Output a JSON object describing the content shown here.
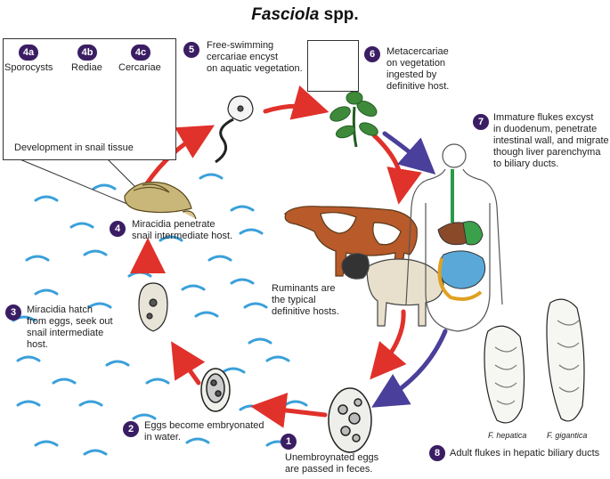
{
  "title": {
    "genus": "Fasciola",
    "suffix": " spp."
  },
  "inset": {
    "stages": [
      {
        "num": "4a",
        "label": "Sporocysts"
      },
      {
        "num": "4b",
        "label": "Rediae"
      },
      {
        "num": "4c",
        "label": "Cercariae"
      }
    ],
    "caption": "Development in snail tissue"
  },
  "steps": {
    "s1": {
      "num": "1",
      "text": [
        "Unembroynated eggs",
        "are passed in feces."
      ]
    },
    "s2": {
      "num": "2",
      "text": [
        "Eggs become embryonated",
        "in water."
      ]
    },
    "s3": {
      "num": "3",
      "text": [
        "Miracidia hatch",
        "from eggs, seek out",
        "snail intermediate",
        "host."
      ]
    },
    "s4": {
      "num": "4",
      "text": [
        "Miracidia penetrate",
        "snail intermediate host."
      ]
    },
    "s5": {
      "num": "5",
      "text": [
        "Free-swimming",
        "cercariae encyst",
        "on aquatic vegetation."
      ]
    },
    "s6": {
      "num": "6",
      "text": [
        "Metacercariae",
        "on vegetation",
        "ingested by",
        "definitive host."
      ]
    },
    "s7": {
      "num": "7",
      "text": [
        "Immature flukes excyst",
        "in duodenum, penetrate",
        "intestinal wall, and migrate",
        "though liver parenchyma",
        "to biliary ducts."
      ]
    },
    "s8": {
      "num": "8",
      "text": [
        "Adult flukes in hepatic biliary ducts"
      ]
    }
  },
  "ruminants": [
    "Ruminants are",
    "the typical",
    "definitive hosts."
  ],
  "species": {
    "hepatica": "F. hepatica",
    "gigantica": "F. gigantica"
  },
  "colors": {
    "badge": "#3a1d63",
    "red_arrow": "#e0312b",
    "blue_arrow": "#4a3f9a",
    "water": "#3aa0da"
  }
}
